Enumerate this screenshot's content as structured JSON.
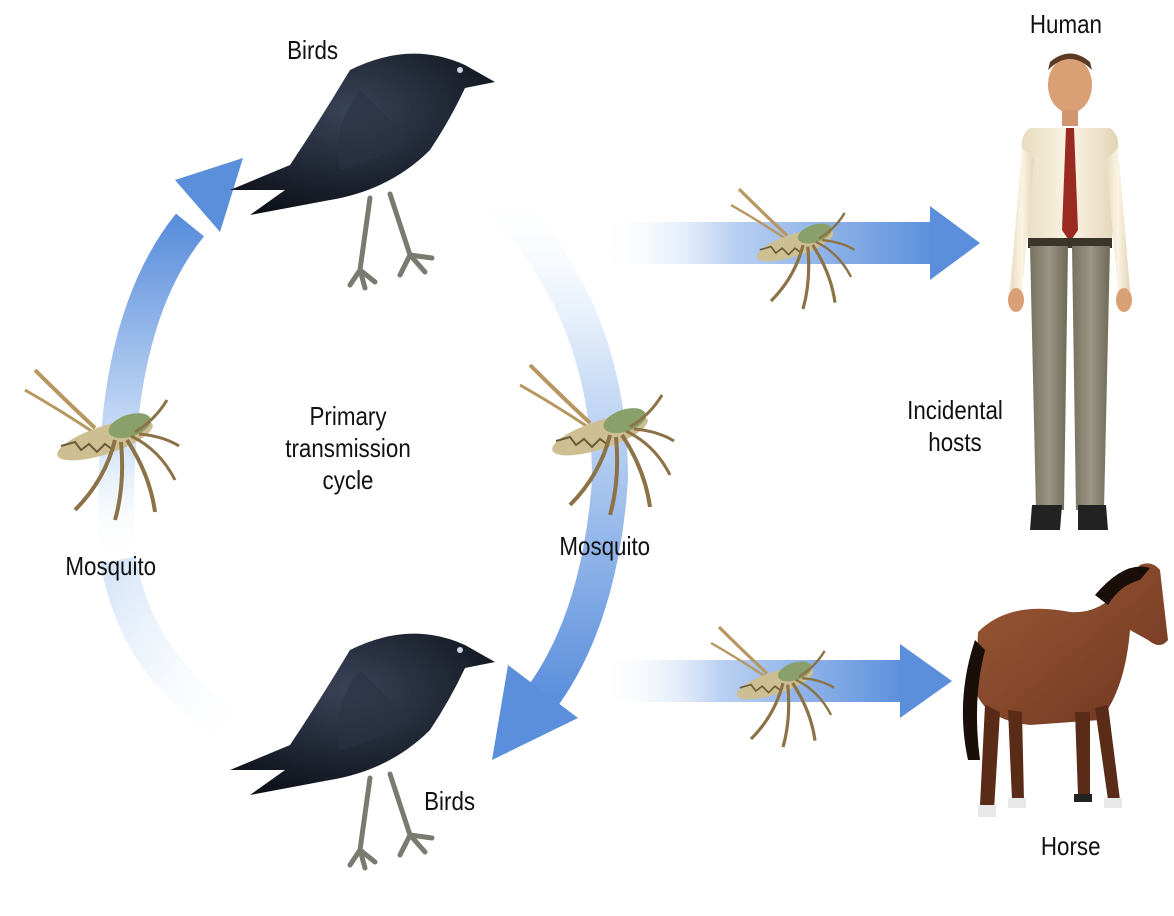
{
  "labels": {
    "birds_top": "Birds",
    "birds_bottom": "Birds",
    "mosquito_left": "Mosquito",
    "mosquito_right": "Mosquito",
    "cycle_center": "Primary\ntransmission\ncycle",
    "human": "Human",
    "incidental_hosts": "Incidental\nhosts",
    "horse": "Horse"
  },
  "colors": {
    "arrow_blue": "#5b8fdc",
    "arrow_fade": "#e3eefb",
    "crow_body": "#111620",
    "mosquito_body": "#a88a5a",
    "horse_coat": "#8a4a2a",
    "shirt": "#f3ead5",
    "tie": "#9a2a22",
    "trousers": "#8b8678"
  }
}
